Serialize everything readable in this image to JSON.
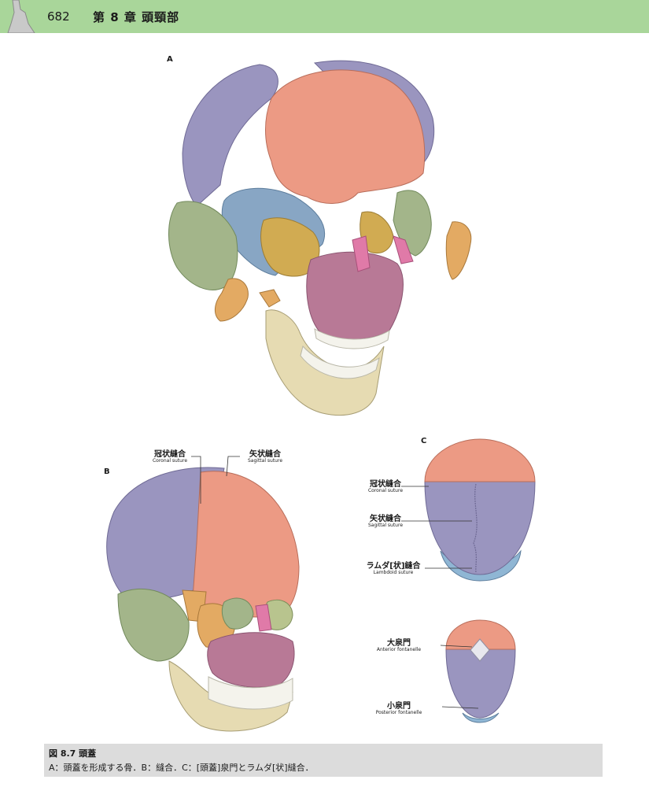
{
  "header": {
    "page_number": "682",
    "chapter": "第 8 章  頭頸部"
  },
  "panels": {
    "a": "A",
    "b": "B",
    "c": "C"
  },
  "labels_b": {
    "coronal_jp": "冠状縫合",
    "coronal_en": "Coronal suture",
    "sagittal_jp": "矢状縫合",
    "sagittal_en": "Sagittal suture"
  },
  "labels_c": {
    "coronal_jp": "冠状縫合",
    "coronal_en": "Coronal suture",
    "sagittal_jp": "矢状縫合",
    "sagittal_en": "Sagittal suture",
    "lambdoid_jp": "ラムダ[状]縫合",
    "lambdoid_en": "Lambdoid suture",
    "anterior_jp": "大泉門",
    "anterior_en": "Anterior fontanelle",
    "posterior_jp": "小泉門",
    "posterior_en": "Posterior fontanelle"
  },
  "caption": {
    "title": "図 8.7  頭蓋",
    "body": "A：頭蓋を形成する骨．B：縫合．C：[頭蓋]泉門とラムダ[状]縫合．"
  },
  "colors": {
    "parietal": "#9a95bf",
    "frontal": "#ec9a84",
    "temporal": "#a3b58a",
    "sphenoid": "#88a6c4",
    "ethmoid": "#d1ab52",
    "zygomatic": "#e3aa63",
    "maxilla": "#b87996",
    "mandible": "#e6dbb2",
    "nasal": "#e07aa8",
    "teeth": "#f4f3ec"
  }
}
